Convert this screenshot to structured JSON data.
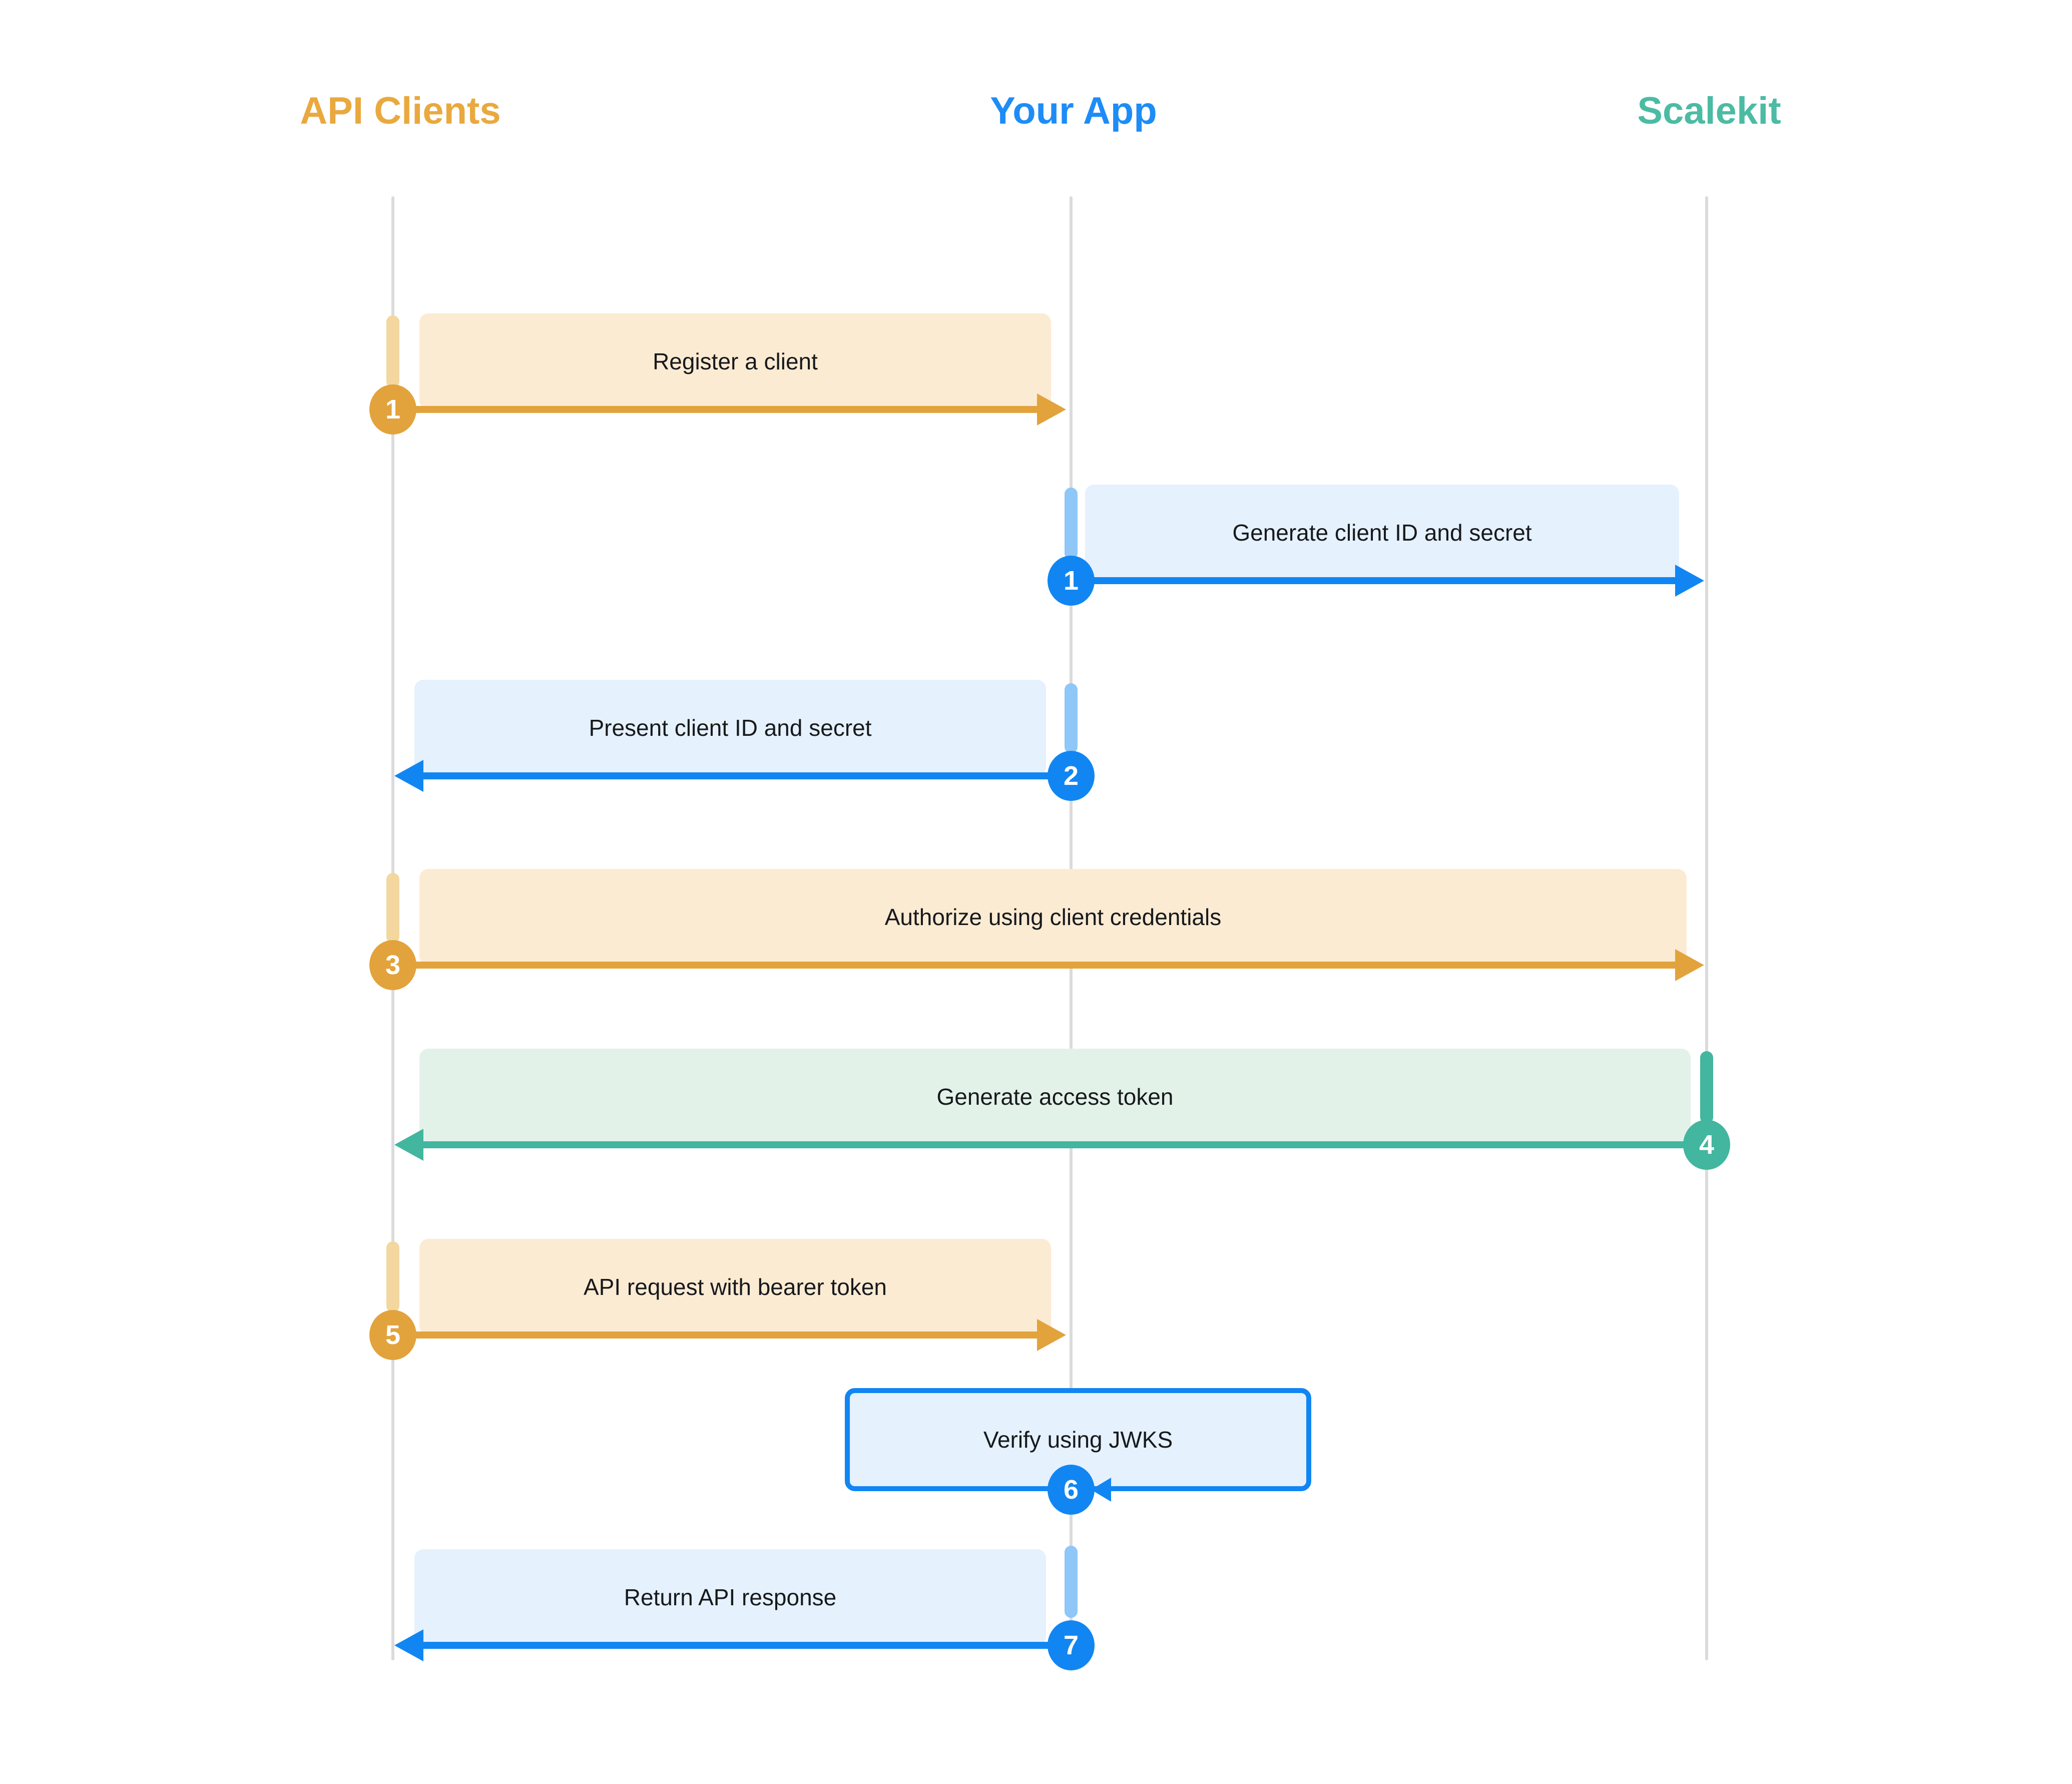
{
  "diagram": {
    "title_hidden": "",
    "participants": [
      {
        "name": "API Clients",
        "color": "#E9A93F"
      },
      {
        "name": "Your App",
        "color": "#1E8CF7"
      },
      {
        "name": "Scalekit",
        "color": "#4CBBA3"
      }
    ],
    "messages": [
      {
        "number": "1",
        "label": "Register a client",
        "from": "API Clients",
        "to": "Your App"
      },
      {
        "number": "1",
        "label": "Generate client ID and secret",
        "from": "Your App",
        "to": "Scalekit"
      },
      {
        "number": "2",
        "label": "Present client ID and secret",
        "from": "Your App",
        "to": "API Clients"
      },
      {
        "number": "3",
        "label": "Authorize using client credentials",
        "from": "API Clients",
        "to": "Scalekit"
      },
      {
        "number": "4",
        "label": "Generate access token",
        "from": "Scalekit",
        "to": "API Clients"
      },
      {
        "number": "5",
        "label": "API request with bearer token",
        "from": "API Clients",
        "to": "Your App"
      },
      {
        "number": "6",
        "label": "Verify using JWKS",
        "from": "Your App",
        "to": "Your App",
        "self": true
      },
      {
        "number": "7",
        "label": "Return API response",
        "from": "Your App",
        "to": "API Clients"
      }
    ],
    "colors": {
      "orange_accent": "#E2A33C",
      "orange_box": "#FCEBD3",
      "orange_activation": "#F3D79F",
      "blue_accent": "#1186F2",
      "blue_box": "#E5F1FD",
      "blue_activation": "#8EC7F8",
      "teal_accent": "#42B69F",
      "teal_box": "#E3F2E9",
      "lifeline": "#DBDBDB",
      "label_text": "#17191C"
    }
  }
}
